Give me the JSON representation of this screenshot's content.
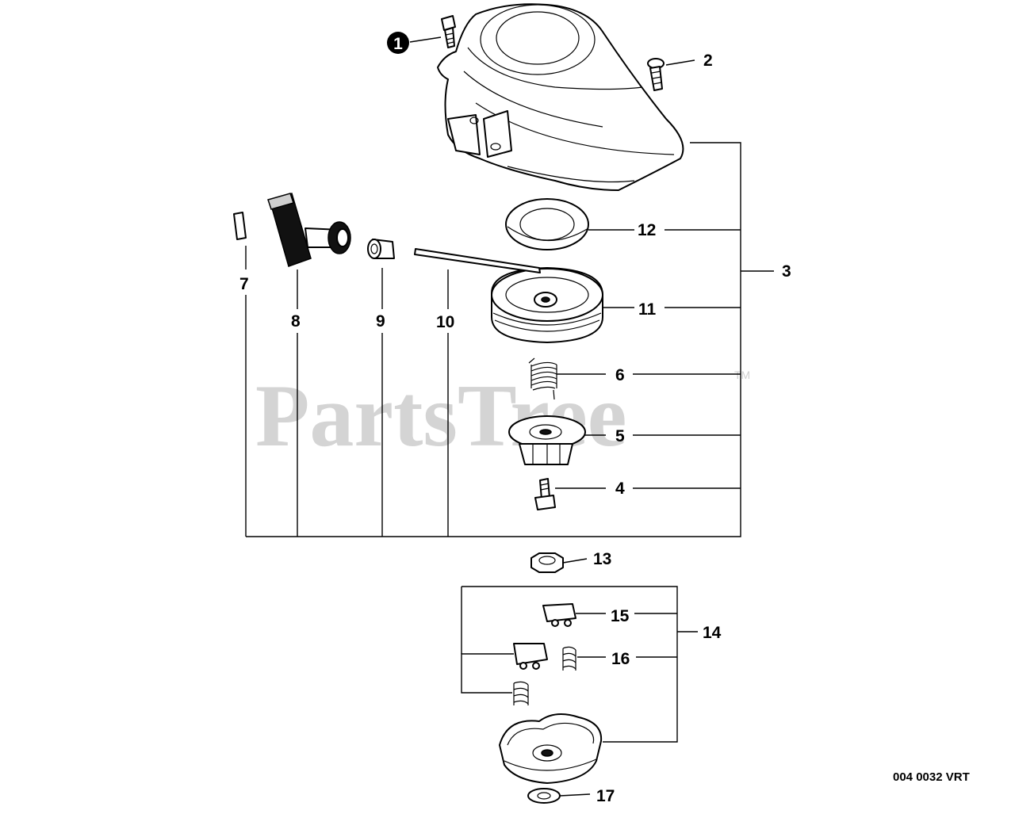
{
  "watermark": {
    "text": "PartsTree",
    "trademark": "TM"
  },
  "diagram_code": "004 0032 VRT",
  "callouts": {
    "p1": "1",
    "p2": "2",
    "p3": "3",
    "p4": "4",
    "p5": "5",
    "p6": "6",
    "p7": "7",
    "p8": "8",
    "p9": "9",
    "p10": "10",
    "p11": "11",
    "p12": "12",
    "p13": "13",
    "p14": "14",
    "p15": "15",
    "p16": "16",
    "p17": "17"
  },
  "colors": {
    "watermark": "#d4d4d4",
    "line": "#000000"
  }
}
